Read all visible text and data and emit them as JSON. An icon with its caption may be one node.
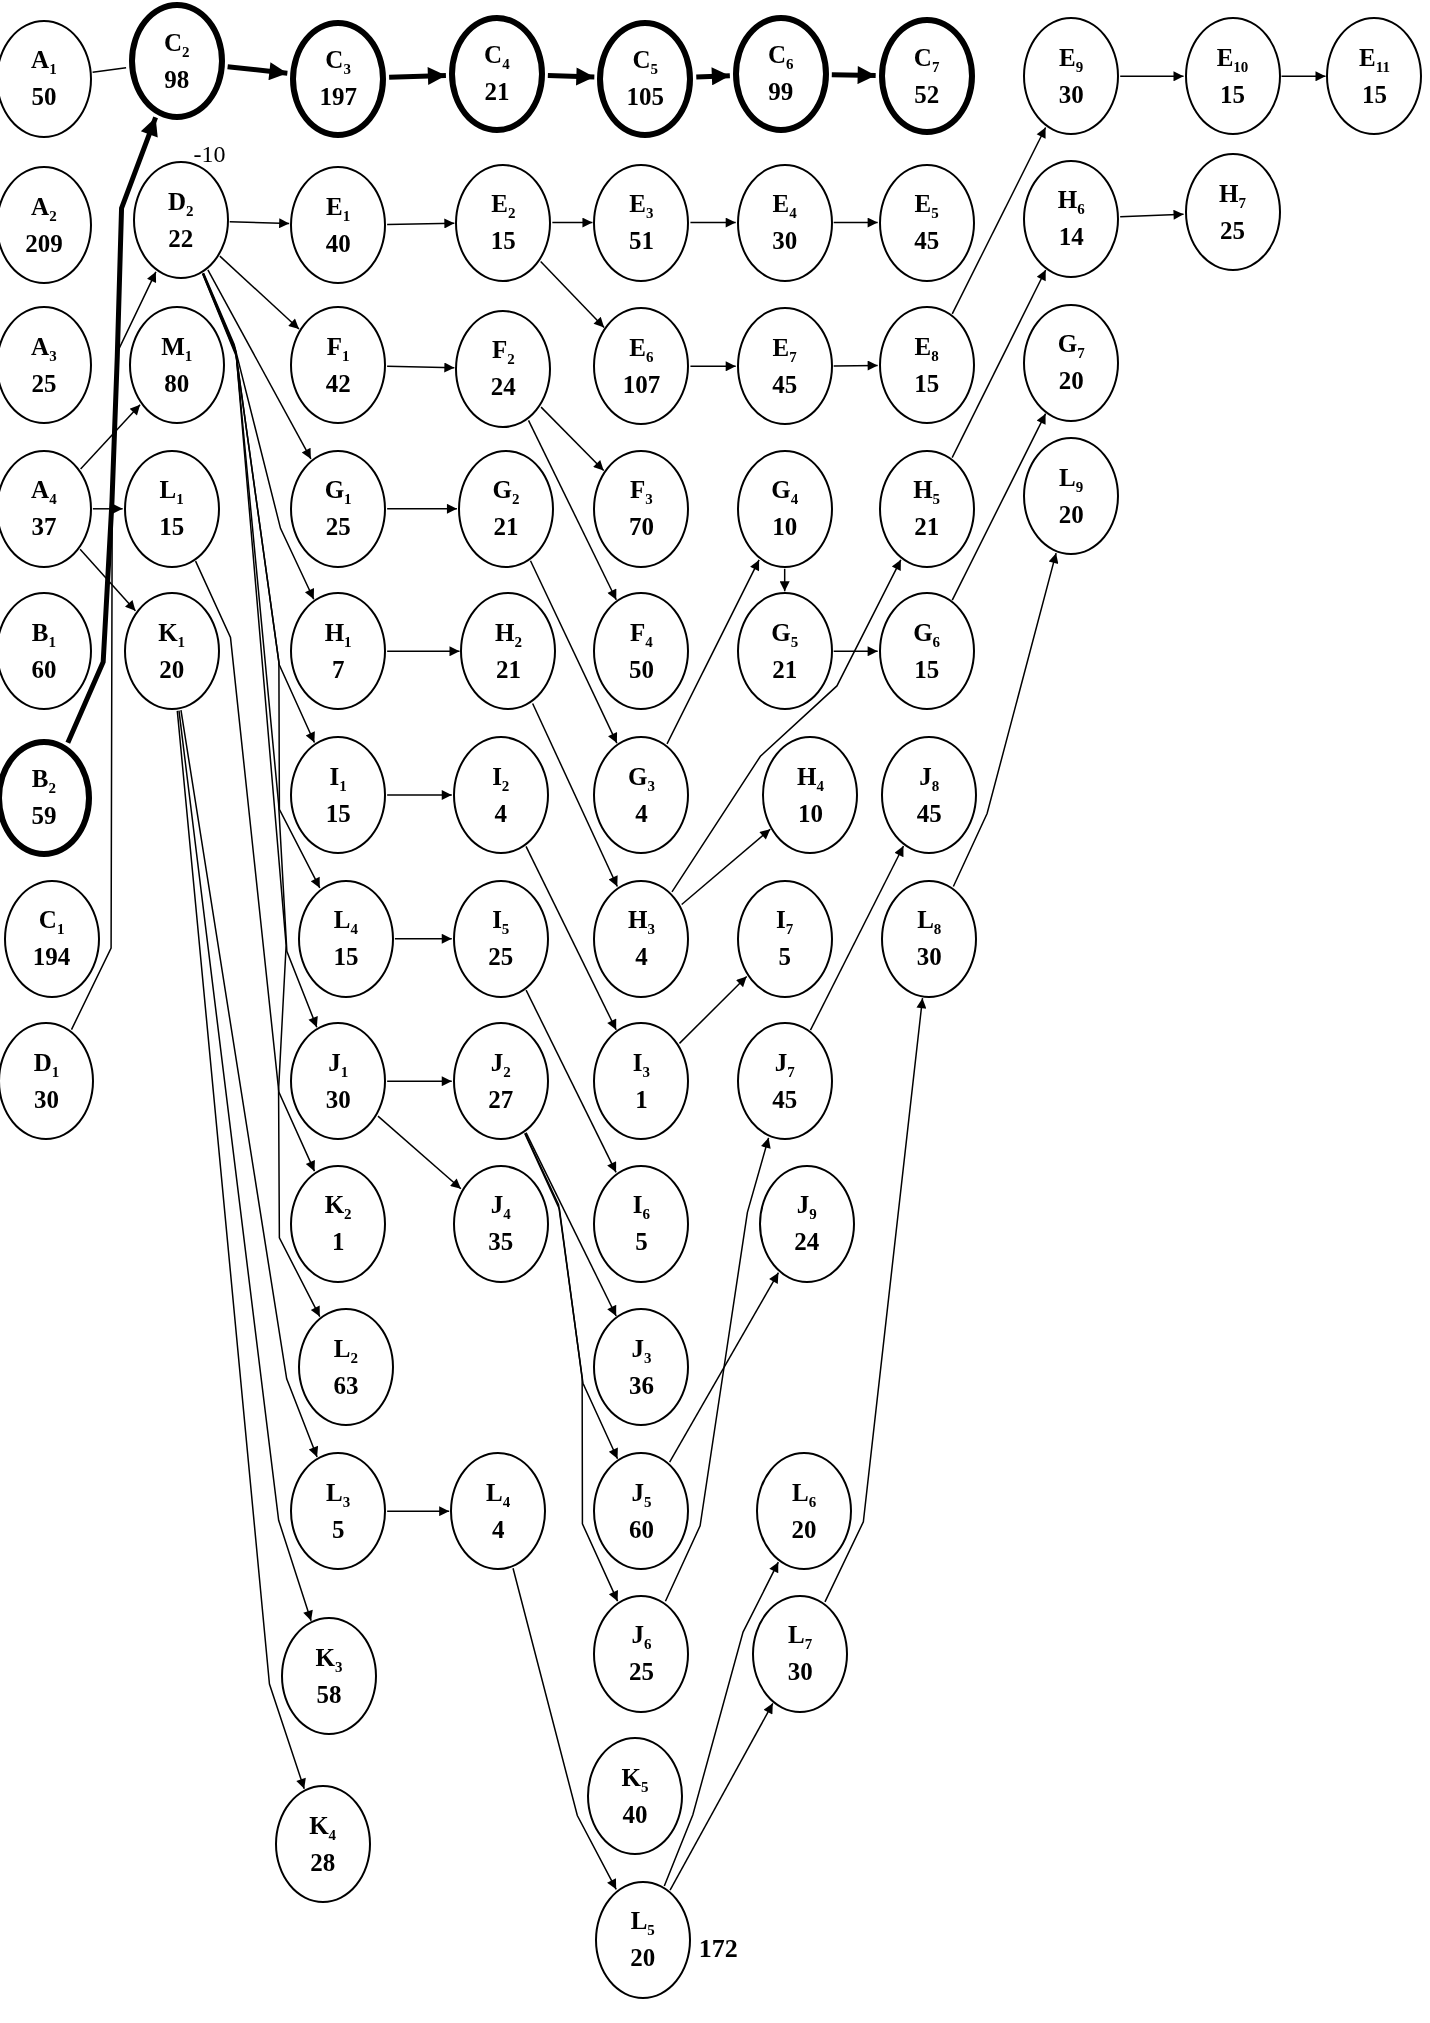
{
  "diagram": {
    "nodes": [
      {
        "text": [
          "A$_{1}$",
          "50"
        ]
      },
      {
        "text": [
          "C$_{2}$",
          "98"
        ]
      },
      {
        "text": [
          "C$_{3}$",
          "197"
        ]
      },
      {
        "text": [
          "C$_{4}$",
          "21"
        ]
      },
      {
        "text": [
          "C$_{5}$",
          "105"
        ]
      },
      {
        "text": [
          "C$_{6}$",
          "99"
        ]
      },
      {
        "text": [
          "C$_{7}$",
          "52"
        ]
      },
      {
        "text": [
          "E$_{9}$",
          "30"
        ]
      },
      {
        "text": [
          "E$_{10}$",
          "15"
        ]
      },
      {
        "text": [
          "E$_{11}$",
          "15"
        ]
      },
      {
        "text": [
          "A$_{2}$",
          "209"
        ]
      },
      {
        "text": [
          "D$_{2}$",
          "22"
        ]
      },
      {
        "text": [
          "E$_{1}$",
          "40"
        ]
      },
      {
        "text": [
          "E$_{2}$",
          "15"
        ]
      },
      {
        "text": [
          "E$_{3}$",
          "51"
        ]
      },
      {
        "text": [
          "E$_{4}$",
          "30"
        ]
      },
      {
        "text": [
          "E$_{5}$",
          "45"
        ]
      },
      {
        "text": [
          "H$_{6}$",
          "14"
        ]
      },
      {
        "text": [
          "H$_{7}$",
          "25"
        ]
      },
      {
        "text": [
          "A$_{3}$",
          "25"
        ]
      },
      {
        "text": [
          "M$_{1}$",
          "80"
        ]
      },
      {
        "text": [
          "F$_{1}$",
          "42"
        ]
      },
      {
        "text": [
          "F$_{2}$",
          "24"
        ]
      },
      {
        "text": [
          "E$_{6}$",
          "107"
        ]
      },
      {
        "text": [
          "E$_{7}$",
          "45"
        ]
      },
      {
        "text": [
          "E$_{8}$",
          "15"
        ]
      },
      {
        "text": [
          "G$_{7}$",
          "20"
        ]
      },
      {
        "text": [
          "A$_{4}$",
          "37"
        ]
      },
      {
        "text": [
          "L$_{1}$",
          "15"
        ]
      },
      {
        "text": [
          "G$_{1}$",
          "25"
        ]
      },
      {
        "text": [
          "G$_{2}$",
          "21"
        ]
      },
      {
        "text": [
          "F$_{3}$",
          "70"
        ]
      },
      {
        "text": [
          "G$_{4}$",
          "10"
        ]
      },
      {
        "text": [
          "H$_{5}$",
          "21"
        ]
      },
      {
        "text": [
          "L$_{9}$",
          "20"
        ]
      },
      {
        "text": [
          "B$_{1}$",
          "60"
        ]
      },
      {
        "text": [
          "K$_{1}$",
          "20"
        ]
      },
      {
        "text": [
          "H$_{1}$",
          "7"
        ]
      },
      {
        "text": [
          "H$_{2}$",
          "21"
        ]
      },
      {
        "text": [
          "F$_{4}$",
          "50"
        ]
      },
      {
        "text": [
          "G$_{5}$",
          "21"
        ]
      },
      {
        "text": [
          "G$_{6}$",
          "15"
        ]
      },
      {
        "text": [
          "B$_{2}$",
          "59"
        ]
      },
      {
        "text": [
          "I$_{1}$",
          "15"
        ]
      },
      {
        "text": [
          "I$_{2}$",
          "4"
        ]
      },
      {
        "text": [
          "G$_{3}$",
          "4"
        ]
      },
      {
        "text": [
          "H$_{4}$",
          "10"
        ]
      },
      {
        "text": [
          "J$_{8}$",
          "45"
        ]
      },
      {
        "text": [
          "C$_{1}$",
          "194"
        ]
      },
      {
        "text": [
          "L$_{4}$",
          "15"
        ]
      },
      {
        "text": [
          "I$_{5}$",
          "25"
        ]
      },
      {
        "text": [
          "H$_{3}$",
          "4"
        ]
      },
      {
        "text": [
          "I$_{7}$",
          "5"
        ]
      },
      {
        "text": [
          "L$_{8}$",
          "30"
        ]
      },
      {
        "text": [
          "D$_{1}$",
          "30"
        ]
      },
      {
        "text": [
          "J$_{1}$",
          "30"
        ]
      },
      {
        "text": [
          "J$_{2}$",
          "27"
        ]
      },
      {
        "text": [
          "I$_{3}$",
          "1"
        ]
      },
      {
        "text": [
          "J$_{7}$",
          "45"
        ]
      },
      {
        "text": [
          "K$_{2}$",
          "1"
        ]
      },
      {
        "text": [
          "J$_{4}$",
          "35"
        ]
      },
      {
        "text": [
          "I$_{6}$",
          "5"
        ]
      },
      {
        "text": [
          "J$_{9}$",
          "24"
        ]
      },
      {
        "text": [
          "L$_{2}$",
          "63"
        ]
      },
      {
        "text": [
          "J$_{3}$",
          "36"
        ]
      },
      {
        "text": [
          "L$_{3}$",
          "5"
        ]
      },
      {
        "text": [
          "L$_{4}$",
          "4"
        ]
      },
      {
        "text": [
          "J$_{5}$",
          "60"
        ]
      },
      {
        "text": [
          "L$_{6}$",
          "20"
        ]
      },
      {
        "text": [
          "J$_{6}$",
          "25"
        ]
      },
      {
        "text": [
          "L$_{7}$",
          "30"
        ]
      },
      {
        "text": [
          "K$_{3}$",
          "58"
        ]
      },
      {
        "text": [
          "K$_{5}$",
          "40"
        ]
      },
      {
        "text": [
          "K$_{4}$",
          "28"
        ]
      },
      {
        "text": [
          "L$_{5}$",
          "20"
        ],
        "beside": [
          "172"
        ]
      }
    ],
    "edges": [
      {
        "from": 0,
        "to": 1,
        "arrow": "none"
      },
      {
        "from": 1,
        "to": 2,
        "arrow": "to",
        "style": "thick"
      },
      {
        "from": 2,
        "to": 3,
        "arrow": "to",
        "style": "thick"
      },
      {
        "from": 3,
        "to": 4,
        "arrow": "to",
        "style": "thick"
      },
      {
        "from": 4,
        "to": 5,
        "arrow": "to",
        "style": "thick"
      },
      {
        "from": 5,
        "to": 6,
        "arrow": "to",
        "style": "thick"
      },
      {
        "from": 42,
        "to": 1,
        "arrow": "to",
        "style": "thick"
      },
      {
        "from": 54,
        "to": 11,
        "arrow": "to"
      },
      {
        "from": 27,
        "to": 20,
        "arrow": "to"
      },
      {
        "from": 27,
        "to": 28,
        "arrow": "to"
      },
      {
        "from": 27,
        "to": 36,
        "arrow": "to"
      },
      {
        "from": 11,
        "to": 12,
        "arrow": "to"
      },
      {
        "from": 11,
        "to": 21,
        "arrow": "to"
      },
      {
        "from": 11,
        "to": 29,
        "arrow": "to"
      },
      {
        "from": 11,
        "to": 37,
        "arrow": "to"
      },
      {
        "from": 11,
        "to": 43,
        "arrow": "to"
      },
      {
        "from": 11,
        "to": 49,
        "arrow": "to"
      },
      {
        "from": 11,
        "to": 55,
        "arrow": "to"
      },
      {
        "from": 11,
        "to": 63,
        "arrow": "to"
      },
      {
        "from": 28,
        "to": 59,
        "arrow": "to"
      },
      {
        "from": 36,
        "to": 65,
        "arrow": "to"
      },
      {
        "from": 36,
        "to": 71,
        "arrow": "to"
      },
      {
        "from": 36,
        "to": 73,
        "arrow": "to"
      },
      {
        "from": 12,
        "to": 13,
        "arrow": "to"
      },
      {
        "from": 13,
        "to": 14,
        "arrow": "to"
      },
      {
        "from": 13,
        "to": 23,
        "arrow": "to"
      },
      {
        "from": 14,
        "to": 15,
        "arrow": "to"
      },
      {
        "from": 15,
        "to": 16,
        "arrow": "to"
      },
      {
        "from": 23,
        "to": 24,
        "arrow": "to"
      },
      {
        "from": 24,
        "to": 25,
        "arrow": "to"
      },
      {
        "from": 25,
        "to": 7,
        "arrow": "to"
      },
      {
        "from": 7,
        "to": 8,
        "arrow": "to"
      },
      {
        "from": 8,
        "to": 9,
        "arrow": "to"
      },
      {
        "from": 17,
        "to": 18,
        "arrow": "to"
      },
      {
        "from": 21,
        "to": 22,
        "arrow": "to"
      },
      {
        "from": 22,
        "to": 31,
        "arrow": "to"
      },
      {
        "from": 22,
        "to": 39,
        "arrow": "to"
      },
      {
        "from": 29,
        "to": 30,
        "arrow": "to"
      },
      {
        "from": 30,
        "to": 45,
        "arrow": "to"
      },
      {
        "from": 37,
        "to": 38,
        "arrow": "to"
      },
      {
        "from": 38,
        "to": 51,
        "arrow": "to"
      },
      {
        "from": 43,
        "to": 44,
        "arrow": "to"
      },
      {
        "from": 44,
        "to": 57,
        "arrow": "to"
      },
      {
        "from": 49,
        "to": 50,
        "arrow": "to"
      },
      {
        "from": 50,
        "to": 61,
        "arrow": "to"
      },
      {
        "from": 55,
        "to": 56,
        "arrow": "to"
      },
      {
        "from": 55,
        "to": 60,
        "arrow": "to"
      },
      {
        "from": 56,
        "to": 64,
        "arrow": "to"
      },
      {
        "from": 56,
        "to": 67,
        "arrow": "to"
      },
      {
        "from": 56,
        "to": 69,
        "arrow": "to"
      },
      {
        "from": 65,
        "to": 66,
        "arrow": "to"
      },
      {
        "from": 66,
        "to": 74,
        "arrow": "to"
      },
      {
        "from": 45,
        "to": 32,
        "arrow": "to"
      },
      {
        "from": 32,
        "to": 40,
        "arrow": "to"
      },
      {
        "from": 40,
        "to": 41,
        "arrow": "to"
      },
      {
        "from": 41,
        "to": 26,
        "arrow": "to"
      },
      {
        "from": 51,
        "to": 46,
        "arrow": "to"
      },
      {
        "from": 51,
        "to": 33,
        "arrow": "to"
      },
      {
        "from": 33,
        "to": 17,
        "arrow": "to"
      },
      {
        "from": 57,
        "to": 52,
        "arrow": "to"
      },
      {
        "from": 67,
        "to": 62,
        "arrow": "to"
      },
      {
        "from": 69,
        "to": 58,
        "arrow": "to"
      },
      {
        "from": 58,
        "to": 47,
        "arrow": "to"
      },
      {
        "from": 74,
        "to": 68,
        "arrow": "to"
      },
      {
        "from": 74,
        "to": 70,
        "arrow": "to"
      },
      {
        "from": 70,
        "to": 53,
        "arrow": "to"
      },
      {
        "from": 53,
        "to": 34,
        "arrow": "to"
      }
    ],
    "labels": [
      "-10"
    ]
  }
}
